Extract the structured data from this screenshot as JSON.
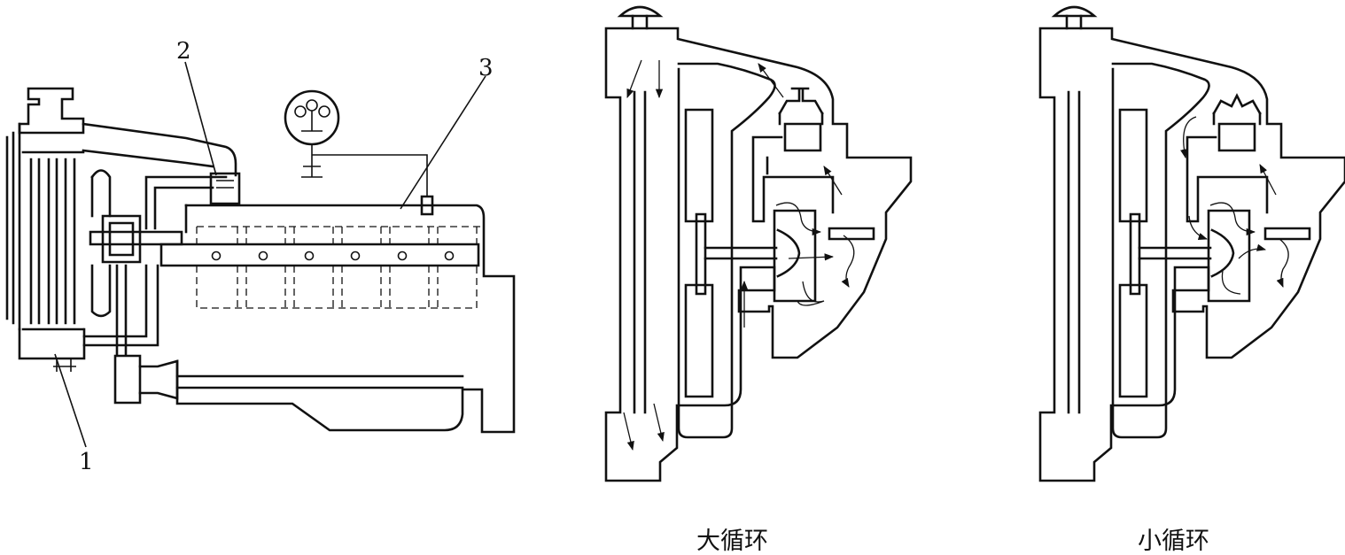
{
  "labels": {
    "part_1": "1",
    "part_2": "2",
    "part_3": "3"
  },
  "captions": {
    "large_circulation": "大循环",
    "small_circulation": "小循环"
  }
}
